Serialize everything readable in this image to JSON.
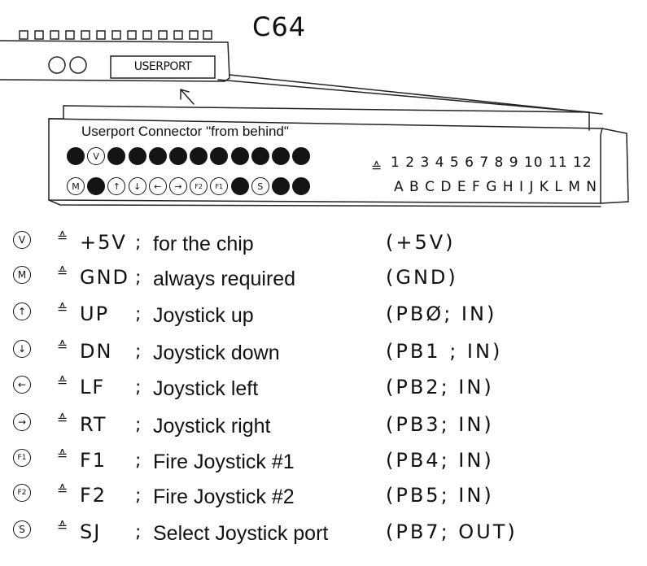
{
  "title": "C64",
  "userport_label": "USERPORT",
  "connector_caption": "Userport Connector \"from behind\"",
  "pin_equiv": "≙",
  "pin_numbers": "1 2 3 4 5 6 7 8 9 10 11 12",
  "pin_letters": "A B C D E F G H I J K L M N",
  "top_row_pins": [
    {
      "symbol": "",
      "open": false
    },
    {
      "symbol": "V",
      "open": true
    },
    {
      "symbol": "",
      "open": false
    },
    {
      "symbol": "",
      "open": false
    },
    {
      "symbol": "",
      "open": false
    },
    {
      "symbol": "",
      "open": false
    },
    {
      "symbol": "",
      "open": false
    },
    {
      "symbol": "",
      "open": false
    },
    {
      "symbol": "",
      "open": false
    },
    {
      "symbol": "",
      "open": false
    },
    {
      "symbol": "",
      "open": false
    },
    {
      "symbol": "",
      "open": false
    }
  ],
  "bottom_row_pins": [
    {
      "symbol": "M",
      "open": true
    },
    {
      "symbol": "",
      "open": false
    },
    {
      "symbol": "↑",
      "open": true
    },
    {
      "symbol": "↓",
      "open": true
    },
    {
      "symbol": "←",
      "open": true
    },
    {
      "symbol": "→",
      "open": true
    },
    {
      "symbol": "F2",
      "open": true
    },
    {
      "symbol": "F1",
      "open": true
    },
    {
      "symbol": "",
      "open": false
    },
    {
      "symbol": "S",
      "open": true
    },
    {
      "symbol": "",
      "open": false
    },
    {
      "symbol": "",
      "open": false
    }
  ],
  "legend": [
    {
      "symbol": "V",
      "abbr": "+5V",
      "desc": "for the chip",
      "port": "(+5V)"
    },
    {
      "symbol": "M",
      "abbr": "GND",
      "desc": "always required",
      "port": "(GND)"
    },
    {
      "symbol": "↑",
      "abbr": "UP",
      "desc": "Joystick up",
      "port": "(PBØ; IN)"
    },
    {
      "symbol": "↓",
      "abbr": "DN",
      "desc": "Joystick down",
      "port": "(PB1 ; IN)"
    },
    {
      "symbol": "←",
      "abbr": "LF",
      "desc": "Joystick left",
      "port": "(PB2; IN)"
    },
    {
      "symbol": "→",
      "abbr": "RT",
      "desc": "Joystick right",
      "port": "(PB3; IN)"
    },
    {
      "symbol": "F1",
      "abbr": "F1",
      "desc": "Fire Joystick #1",
      "port": "(PB4; IN)"
    },
    {
      "symbol": "F2",
      "abbr": "F2",
      "desc": "Fire Joystick #2",
      "port": "(PB5; IN)"
    },
    {
      "symbol": "S",
      "abbr": "SJ",
      "desc": "Select Joystick port",
      "port": "(PB7; OUT)"
    }
  ]
}
